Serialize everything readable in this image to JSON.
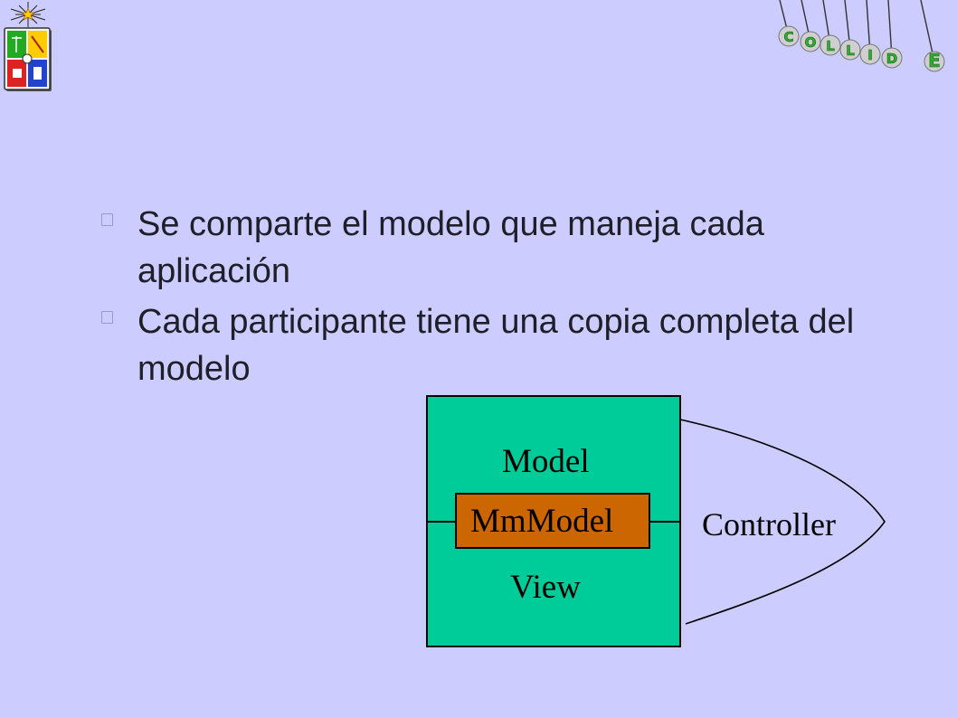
{
  "bullets": [
    {
      "text": "Se comparte el modelo que maneja cada aplicación"
    },
    {
      "text": "Cada participante tiene una copia completa del modelo"
    }
  ],
  "diagram": {
    "model_label": "Model",
    "inner_label": "MmModel",
    "view_label": "View",
    "controller_label": "Controller"
  },
  "logo": {
    "pendulum_letters": [
      "C",
      "O",
      "L",
      "L",
      "I",
      "D",
      "E"
    ]
  },
  "colors": {
    "background": "#ccccff",
    "model_view_box": "#00cc99",
    "mmmodel_box": "#cc6600",
    "text": "#1f1f2a"
  }
}
